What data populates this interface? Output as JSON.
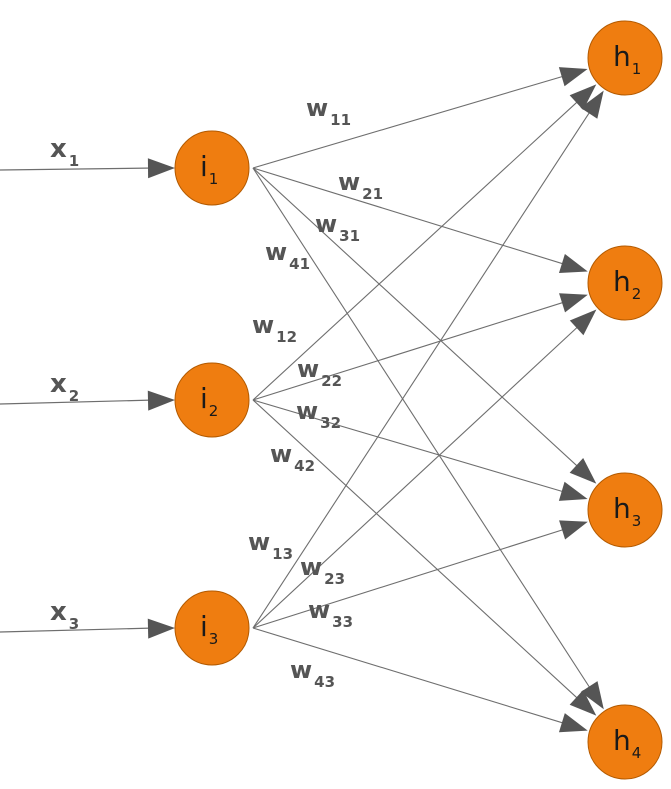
{
  "colors": {
    "node_fill": "#ef7d10",
    "node_stroke": "#b35a00",
    "edge": "#6e6e6e",
    "arrow": "#555555"
  },
  "inputs": [
    {
      "letter": "x",
      "sub": "1"
    },
    {
      "letter": "x",
      "sub": "2"
    },
    {
      "letter": "x",
      "sub": "3"
    }
  ],
  "input_nodes": [
    {
      "letter": "i",
      "sub": "1"
    },
    {
      "letter": "i",
      "sub": "2"
    },
    {
      "letter": "i",
      "sub": "3"
    }
  ],
  "hidden_nodes": [
    {
      "letter": "h",
      "sub": "1"
    },
    {
      "letter": "h",
      "sub": "2"
    },
    {
      "letter": "h",
      "sub": "3"
    },
    {
      "letter": "h",
      "sub": "4"
    }
  ],
  "weights": [
    {
      "from": 1,
      "to": 1,
      "letter": "w",
      "sub": "11"
    },
    {
      "from": 1,
      "to": 2,
      "letter": "w",
      "sub": "21"
    },
    {
      "from": 1,
      "to": 3,
      "letter": "w",
      "sub": "31"
    },
    {
      "from": 1,
      "to": 4,
      "letter": "w",
      "sub": "41"
    },
    {
      "from": 2,
      "to": 1,
      "letter": "w",
      "sub": "12"
    },
    {
      "from": 2,
      "to": 2,
      "letter": "w",
      "sub": "22"
    },
    {
      "from": 2,
      "to": 3,
      "letter": "w",
      "sub": "32"
    },
    {
      "from": 2,
      "to": 4,
      "letter": "w",
      "sub": "42"
    },
    {
      "from": 3,
      "to": 1,
      "letter": "w",
      "sub": "13"
    },
    {
      "from": 3,
      "to": 2,
      "letter": "w",
      "sub": "23"
    },
    {
      "from": 3,
      "to": 3,
      "letter": "w",
      "sub": "33"
    },
    {
      "from": 3,
      "to": 4,
      "letter": "w",
      "sub": "43"
    }
  ]
}
